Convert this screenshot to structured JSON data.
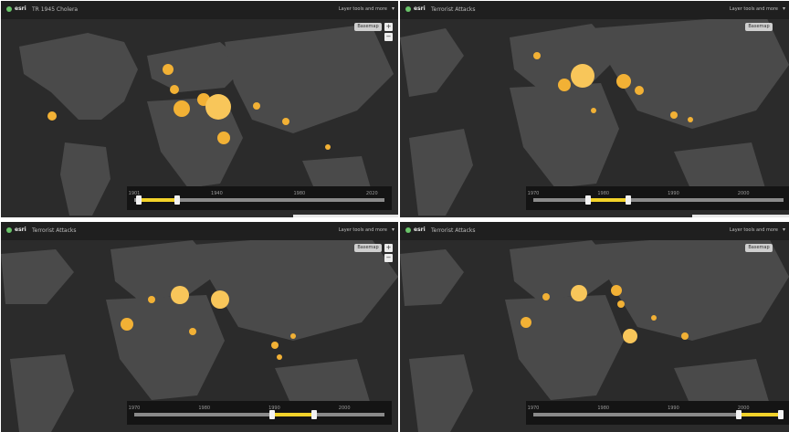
{
  "colors": {
    "background": "#2b2b2b",
    "land": "#4a4a4a",
    "hotspot": "#f2b135",
    "range": "#f2d22a"
  },
  "panels": [
    {
      "title": "TR 1945 Cholera",
      "ticks": [
        "1901",
        "1940",
        "1980",
        "2020"
      ],
      "range": [
        0.02,
        0.17
      ]
    },
    {
      "title": "Terrorist Attacks",
      "ticks": [
        "1970",
        "1980",
        "1990",
        "2000"
      ],
      "range": [
        0.22,
        0.38
      ]
    },
    {
      "title": "Terrorist Attacks",
      "ticks": [
        "1970",
        "1980",
        "1990",
        "2000"
      ],
      "range": [
        0.55,
        0.72
      ]
    },
    {
      "title": "Terrorist Attacks",
      "ticks": [
        "1970",
        "1980",
        "1990",
        "2000"
      ],
      "range": [
        0.82,
        0.99
      ]
    }
  ],
  "ui": {
    "logo": "esri",
    "menu": "Layer tools and more",
    "layer_button": "Basemap",
    "zoom_in": "+",
    "zoom_out": "−",
    "chevron": "▾"
  }
}
